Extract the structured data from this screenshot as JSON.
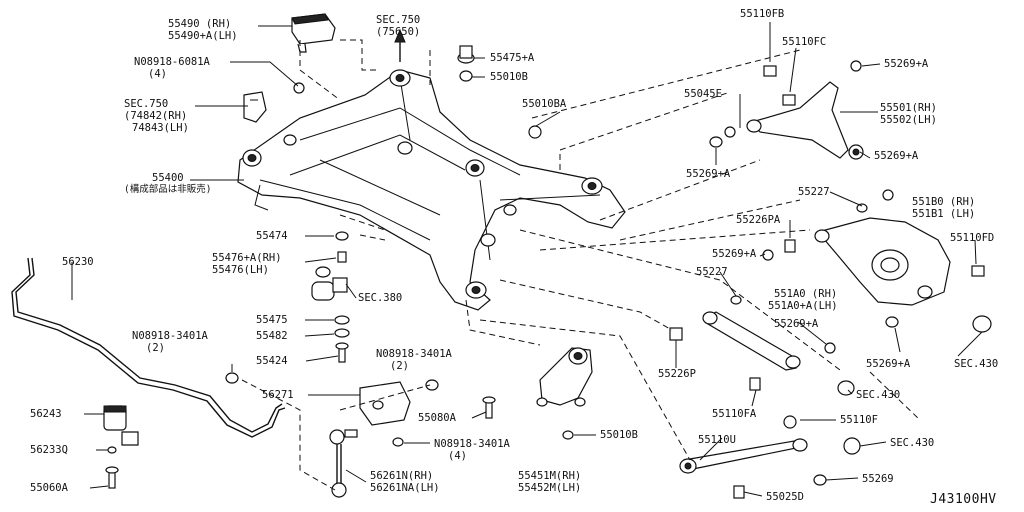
{
  "diagram_id": "J43100HV",
  "labels": [
    {
      "name": "55490-label",
      "lines": [
        "55490 (RH)",
        "55490+A(LH)"
      ]
    },
    {
      "name": "sec750-75650-label",
      "lines": [
        "SEC.750",
        "(75650)"
      ]
    },
    {
      "name": "08918-6081a-label",
      "lines": [
        "N08918-6081A",
        "(4)"
      ]
    },
    {
      "name": "55475a-label",
      "lines": [
        "55475+A"
      ]
    },
    {
      "name": "55010b-top-label",
      "lines": [
        "55010B"
      ]
    },
    {
      "name": "55010ba-label",
      "lines": [
        "55010BA"
      ]
    },
    {
      "name": "sec750-74842-label",
      "lines": [
        "SEC.750",
        "(74842(RH)",
        "74843(LH)"
      ]
    },
    {
      "name": "55400-label",
      "lines": [
        "55400",
        "(構成部品は非販売)"
      ]
    },
    {
      "name": "55474-label",
      "lines": [
        "55474"
      ]
    },
    {
      "name": "55476-label",
      "lines": [
        "55476+A(RH)",
        "55476(LH)"
      ]
    },
    {
      "name": "sec380-label",
      "lines": [
        "SEC.380"
      ]
    },
    {
      "name": "56230-label",
      "lines": [
        "56230"
      ]
    },
    {
      "name": "55475-label",
      "lines": [
        "55475"
      ]
    },
    {
      "name": "55482-label",
      "lines": [
        "55482"
      ]
    },
    {
      "name": "08918-3401a-left-label",
      "lines": [
        "N08918-3401A",
        "(2)"
      ]
    },
    {
      "name": "55424-label",
      "lines": [
        "55424"
      ]
    },
    {
      "name": "08918-3401a-mid-label",
      "lines": [
        "N08918-3401A",
        "(2)"
      ]
    },
    {
      "name": "56271-label",
      "lines": [
        "56271"
      ]
    },
    {
      "name": "56243-label",
      "lines": [
        "56243"
      ]
    },
    {
      "name": "55080a-label",
      "lines": [
        "55080A"
      ]
    },
    {
      "name": "56233q-label",
      "lines": [
        "56233Q"
      ]
    },
    {
      "name": "08918-3401a-low-label",
      "lines": [
        "N08918-3401A",
        "(4)"
      ]
    },
    {
      "name": "55010b-low-label",
      "lines": [
        "55010B"
      ]
    },
    {
      "name": "55060a-label",
      "lines": [
        "55060A"
      ]
    },
    {
      "name": "56261n-label",
      "lines": [
        "56261N(RH)",
        "56261NA(LH)"
      ]
    },
    {
      "name": "55451m-label",
      "lines": [
        "55451M(RH)",
        "55452M(LH)"
      ]
    },
    {
      "name": "55110fb-label",
      "lines": [
        "55110FB"
      ]
    },
    {
      "name": "55110fc-label",
      "lines": [
        "55110FC"
      ]
    },
    {
      "name": "55269a-top-label",
      "lines": [
        "55269+A"
      ]
    },
    {
      "name": "55045e-label",
      "lines": [
        "55045E"
      ]
    },
    {
      "name": "55501-label",
      "lines": [
        "55501(RH)",
        "55502(LH)"
      ]
    },
    {
      "name": "55269a-left-label",
      "lines": [
        "55269+A"
      ]
    },
    {
      "name": "55269a-right-label",
      "lines": [
        "55269+A"
      ]
    },
    {
      "name": "55227-top-label",
      "lines": [
        "55227"
      ]
    },
    {
      "name": "551b0-label",
      "lines": [
        "551B0 (RH)",
        "551B1 (LH)"
      ]
    },
    {
      "name": "55110fd-label",
      "lines": [
        "55110FD"
      ]
    },
    {
      "name": "55226pa-label",
      "lines": [
        "55226PA"
      ]
    },
    {
      "name": "55269a-mid-label",
      "lines": [
        "55269+A"
      ]
    },
    {
      "name": "55227-mid-label",
      "lines": [
        "55227"
      ]
    },
    {
      "name": "551a0-label",
      "lines": [
        "551A0 (RH)",
        "551A0+A(LH)"
      ]
    },
    {
      "name": "55269a-center-label",
      "lines": [
        "55269+A"
      ]
    },
    {
      "name": "55269a-lower-label",
      "lines": [
        "55269+A"
      ]
    },
    {
      "name": "sec430-right-label",
      "lines": [
        "SEC.430"
      ]
    },
    {
      "name": "55226p-label",
      "lines": [
        "55226P"
      ]
    },
    {
      "name": "sec430-mid-label",
      "lines": [
        "SEC.430"
      ]
    },
    {
      "name": "55110fa-label",
      "lines": [
        "55110FA"
      ]
    },
    {
      "name": "55110f-label",
      "lines": [
        "55110F"
      ]
    },
    {
      "name": "55110u-label",
      "lines": [
        "55110U"
      ]
    },
    {
      "name": "sec430-low-label",
      "lines": [
        "SEC.430"
      ]
    },
    {
      "name": "55269-label",
      "lines": [
        "55269"
      ]
    },
    {
      "name": "55025d-label",
      "lines": [
        "55025D"
      ]
    }
  ]
}
